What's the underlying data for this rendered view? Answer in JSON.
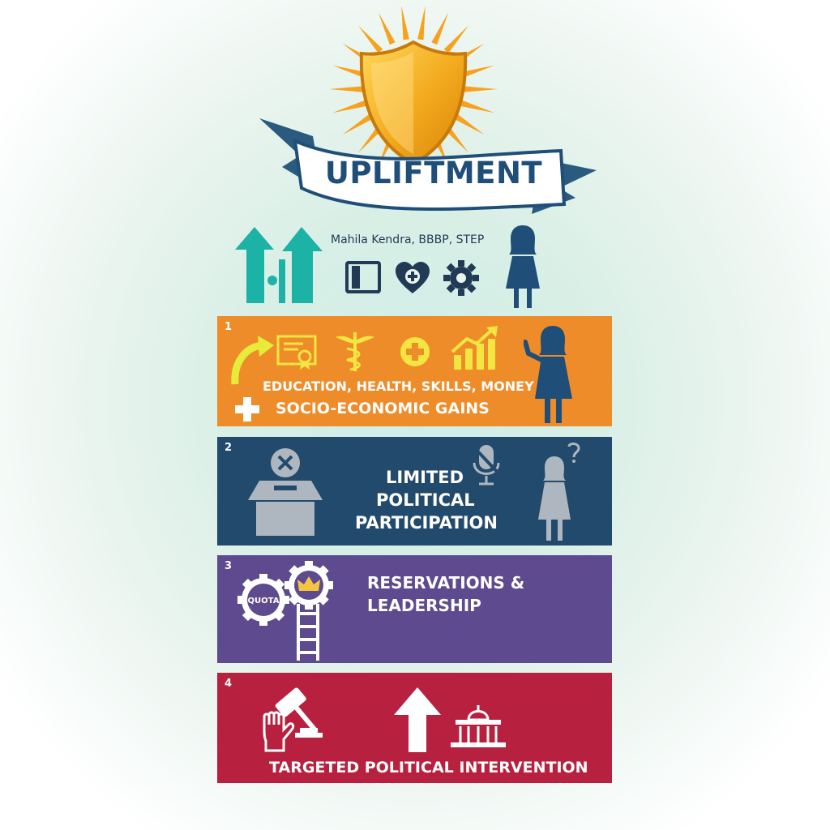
{
  "header": {
    "title": "UPLIFTMENT",
    "subtitle": "Mahila Kendra, BBBP, STEP",
    "subtitle_icons": [
      "book-icon",
      "heart-health-icon",
      "gear-icon"
    ]
  },
  "panels": [
    {
      "number": "1",
      "lines": [
        "EDUCATION, HEALTH, SKILLS, MONEY",
        "SOCIO-ECONOMIC GAINS"
      ],
      "color": "#ef8c2a",
      "icons": [
        "curved-arrow-icon",
        "certificate-icon",
        "caduceus-icon",
        "health-plus-icon",
        "growth-chart-icon",
        "plus-icon",
        "woman-icon"
      ]
    },
    {
      "number": "2",
      "lines": [
        "LIMITED",
        "POLITICAL",
        "PARTICIPATION"
      ],
      "color": "#224a6c",
      "icons": [
        "ballot-box-icon",
        "reject-x-icon",
        "muted-microphone-icon",
        "questioning-woman-icon"
      ]
    },
    {
      "number": "3",
      "lines": [
        "RESERVATIONS &",
        "LEADERSHIP"
      ],
      "gear_label": "QUOTA",
      "color": "#5e4a8f",
      "icons": [
        "quota-gear-icon",
        "crown-gear-icon",
        "ladder-icon"
      ]
    },
    {
      "number": "4",
      "lines": [
        "TARGETED POLITICAL INTERVENTION"
      ],
      "color": "#b7203e",
      "icons": [
        "gavel-icon",
        "raised-fist-icon",
        "up-arrow-icon",
        "parliament-building-icon"
      ]
    }
  ]
}
